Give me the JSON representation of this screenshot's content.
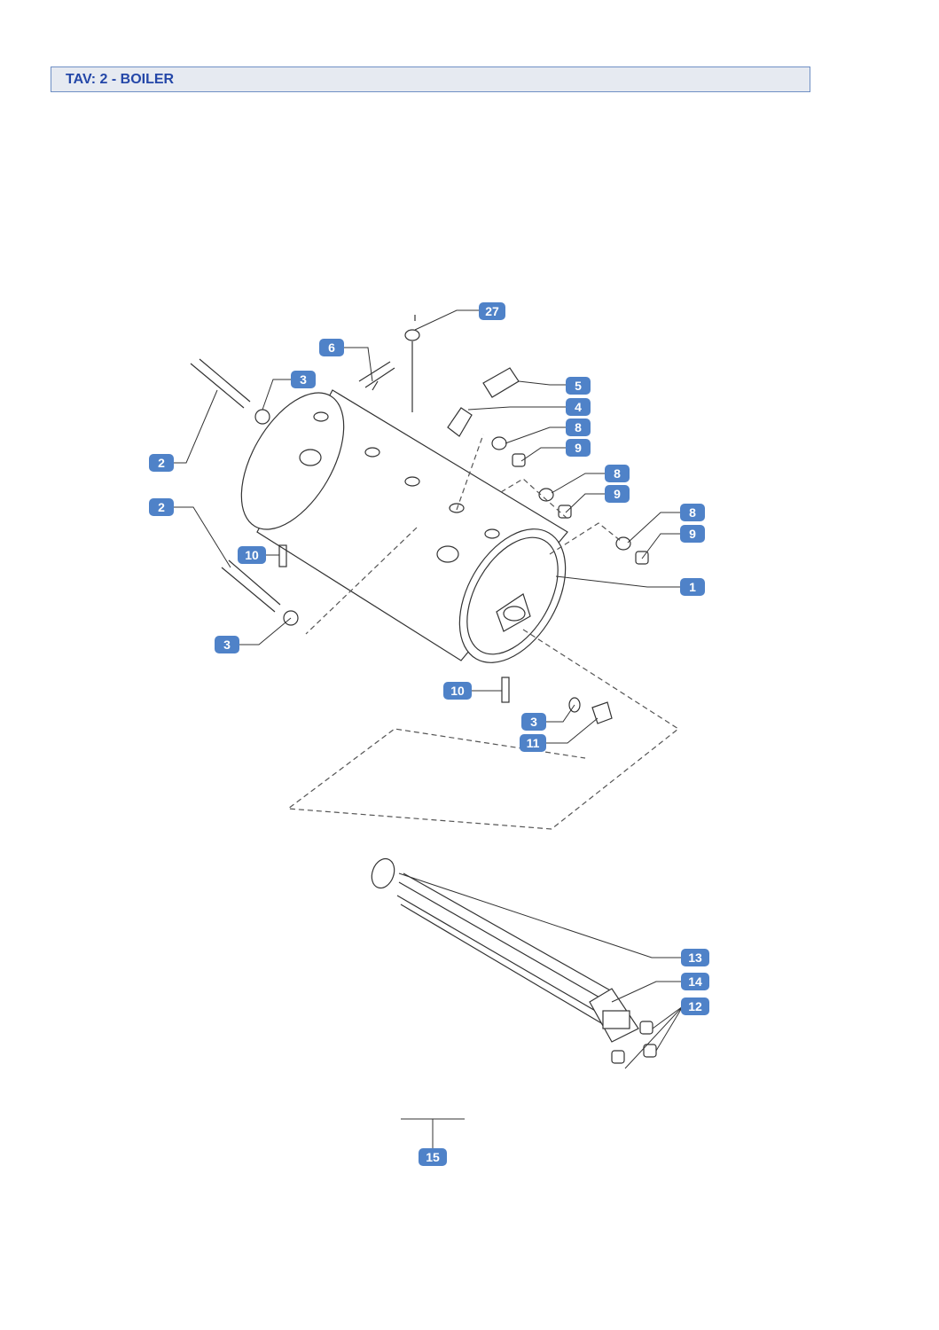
{
  "header": {
    "title": "TAV: 2 - BOILER"
  },
  "diagram": {
    "accent": "#4f82c8",
    "callouts": {
      "c27": "27",
      "c6": "6",
      "c3a": "3",
      "c5": "5",
      "c4": "4",
      "c8a": "8",
      "c9a": "9",
      "c2a": "2",
      "c8b": "8",
      "c9b": "9",
      "c2b": "2",
      "c8c": "8",
      "c9c": "9",
      "c10a": "10",
      "c1": "1",
      "c3b": "3",
      "c10b": "10",
      "c3c": "3",
      "c11": "11",
      "c13": "13",
      "c14": "14",
      "c12": "12",
      "c15": "15"
    }
  }
}
